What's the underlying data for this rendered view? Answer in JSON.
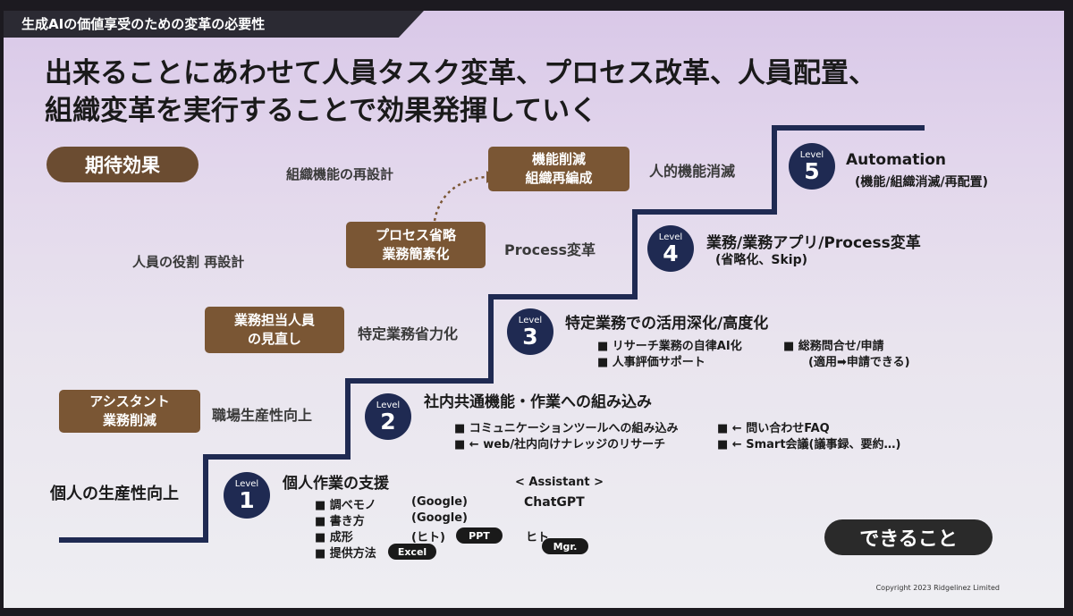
{
  "section_tag": "生成AIの価値享受のための変革の必要性",
  "title_line1": "出来ることにあわせて人員タスク変革、プロセス改革、人員配置、",
  "title_line2": "組織変革を実行することで効果発揮していく",
  "expected_effect_label": "期待効果",
  "left_labels": {
    "org_redesign": "組織機能の再設計",
    "role_redesign": "人員の役割 再設計",
    "individual": "個人の生産性向上"
  },
  "boxes": [
    {
      "line1": "アシスタント",
      "line2": "業務削減",
      "label": "職場生産性向上"
    },
    {
      "line1": "業務担当人員",
      "line2": "の見直し",
      "label": "特定業務省力化"
    },
    {
      "line1": "プロセス省略",
      "line2": "業務簡素化",
      "label": "Process変革"
    },
    {
      "line1": "機能削減",
      "line2": "組織再編成",
      "label": "人的機能消滅"
    }
  ],
  "level_word": "Level",
  "levels": [
    {
      "num": "1",
      "head": "個人作業の支援",
      "items": [
        "■ 調べモノ",
        "■ 書き方",
        "■ 成形",
        "■ 提供方法"
      ],
      "sub": [
        "(Google)",
        "(Google)",
        "(ヒト)"
      ],
      "assistant_header": "< Assistant >",
      "chatgpt": "ChatGPT",
      "hito": "ヒト",
      "tags": [
        "PPT",
        "Mgr.",
        "Excel"
      ]
    },
    {
      "num": "2",
      "head": "社内共通機能・作業への組み込み",
      "items": [
        "■ コミュニケーションツールへの組み込み",
        "■ ← web/社内向けナレッジのリサーチ",
        "■ ← 問い合わせFAQ",
        "■ ← Smart会議(議事録、要約…)"
      ]
    },
    {
      "num": "3",
      "head": "特定業務での活用深化/高度化",
      "items": [
        "■ リサーチ業務の自律AI化",
        "■ 人事評価サポート",
        "■ 総務問合せ/申請",
        "(適用➡申請できる)"
      ]
    },
    {
      "num": "4",
      "head": "業務/業務アプリ/Process変革",
      "sub": "(省略化、Skip)"
    },
    {
      "num": "5",
      "head": "Automation",
      "sub": "(機能/組織消滅/再配置)"
    }
  ],
  "cta": "できること",
  "footer": "Copyright 2023 Ridgelinez Limited",
  "colors": {
    "box_brown": "#7a5634",
    "level_navy": "#1f2a52",
    "stair": "#1f2a52"
  }
}
